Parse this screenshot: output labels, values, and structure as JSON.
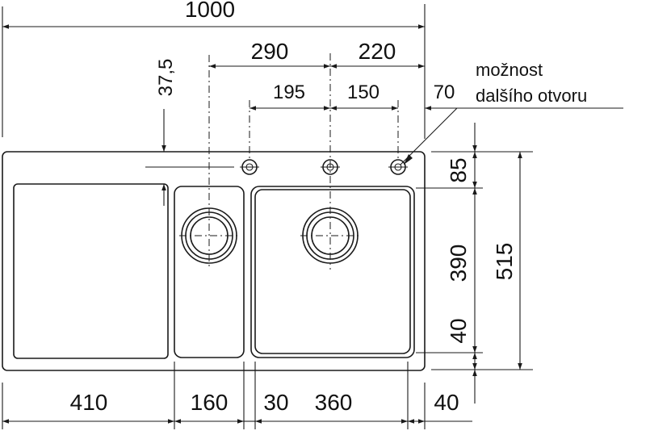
{
  "dimensions": {
    "overall_width": "1000",
    "right_offset_290": "290",
    "right_offset_220": "220",
    "hole_spacing_195": "195",
    "hole_spacing_150": "150",
    "edge_offset_70": "70",
    "top_offset": "37,5",
    "vertical_85": "85",
    "vertical_390": "390",
    "vertical_40": "40",
    "overall_depth": "515",
    "bottom_410": "410",
    "bottom_160": "160",
    "bottom_30": "30",
    "bottom_360": "360",
    "bottom_40": "40"
  },
  "note": {
    "line1": "možnost",
    "line2": "dalšího otvoru"
  },
  "colors": {
    "line": "#1a1a1a",
    "text": "#111111",
    "background": "#ffffff"
  },
  "icons": {
    "tap_hole": "crosshair-circle",
    "drain": "strainer-circle"
  }
}
